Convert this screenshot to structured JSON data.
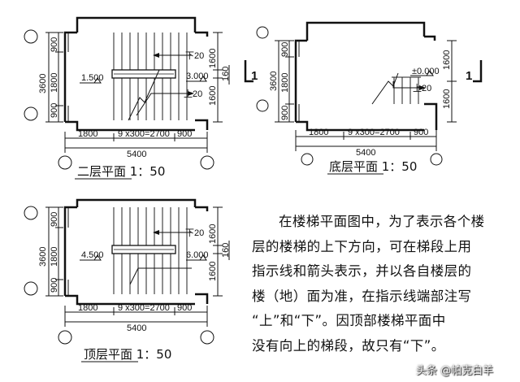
{
  "plans": {
    "second": {
      "title": "二层平面 1：50",
      "level_left": "1.500",
      "level_right": "3.000",
      "down_label": "下20",
      "up_label": "上20",
      "dim_total_left": "3600",
      "dim_top": "900",
      "dim_mid": "1800",
      "dim_bottom": "900",
      "dim_right_1": "1600",
      "dim_right_2": "160",
      "dim_right_3": "1600",
      "dim_run_1": "1800",
      "dim_run_2": "9 x300=2700",
      "dim_run_3": "900",
      "dim_total_bottom": "5400"
    },
    "ground": {
      "title": "底层平面 1：50",
      "level": "±0.000",
      "up_label": "上20",
      "section_mark": "1",
      "dim_total_left": "3600",
      "dim_top": "900",
      "dim_mid": "1800",
      "dim_bottom": "900",
      "dim_right_1": "1600",
      "dim_right_2": "1600",
      "dim_run_1": "1800",
      "dim_run_2": "9 x300=2700",
      "dim_run_3": "900",
      "dim_total_bottom": "5400"
    },
    "top": {
      "title": "顶层平面 1：50",
      "level_left": "4.500",
      "level_right": "6.000",
      "down_label": "下20",
      "dim_total_left": "3600",
      "dim_top": "900",
      "dim_mid": "1800",
      "dim_bottom": "900",
      "dim_right_1": "1600",
      "dim_right_2": "160",
      "dim_right_3": "1600",
      "dim_run_1": "1800",
      "dim_run_2": "9 x300=2700",
      "dim_run_3": "900",
      "dim_total_bottom": "5400"
    }
  },
  "paragraph": [
    "在楼梯平面图中，为了表示各个楼",
    "层的楼梯的上下方向，可在梯段上用",
    "指示线和箭头表示，并以各自楼层的",
    "楼（地）面为准，在指示线端部注写",
    "“上”和“下”。因顶部楼梯平面中",
    "没有向上的梯段，故只有“下”。"
  ],
  "watermark": "头条 @帕克白羊"
}
